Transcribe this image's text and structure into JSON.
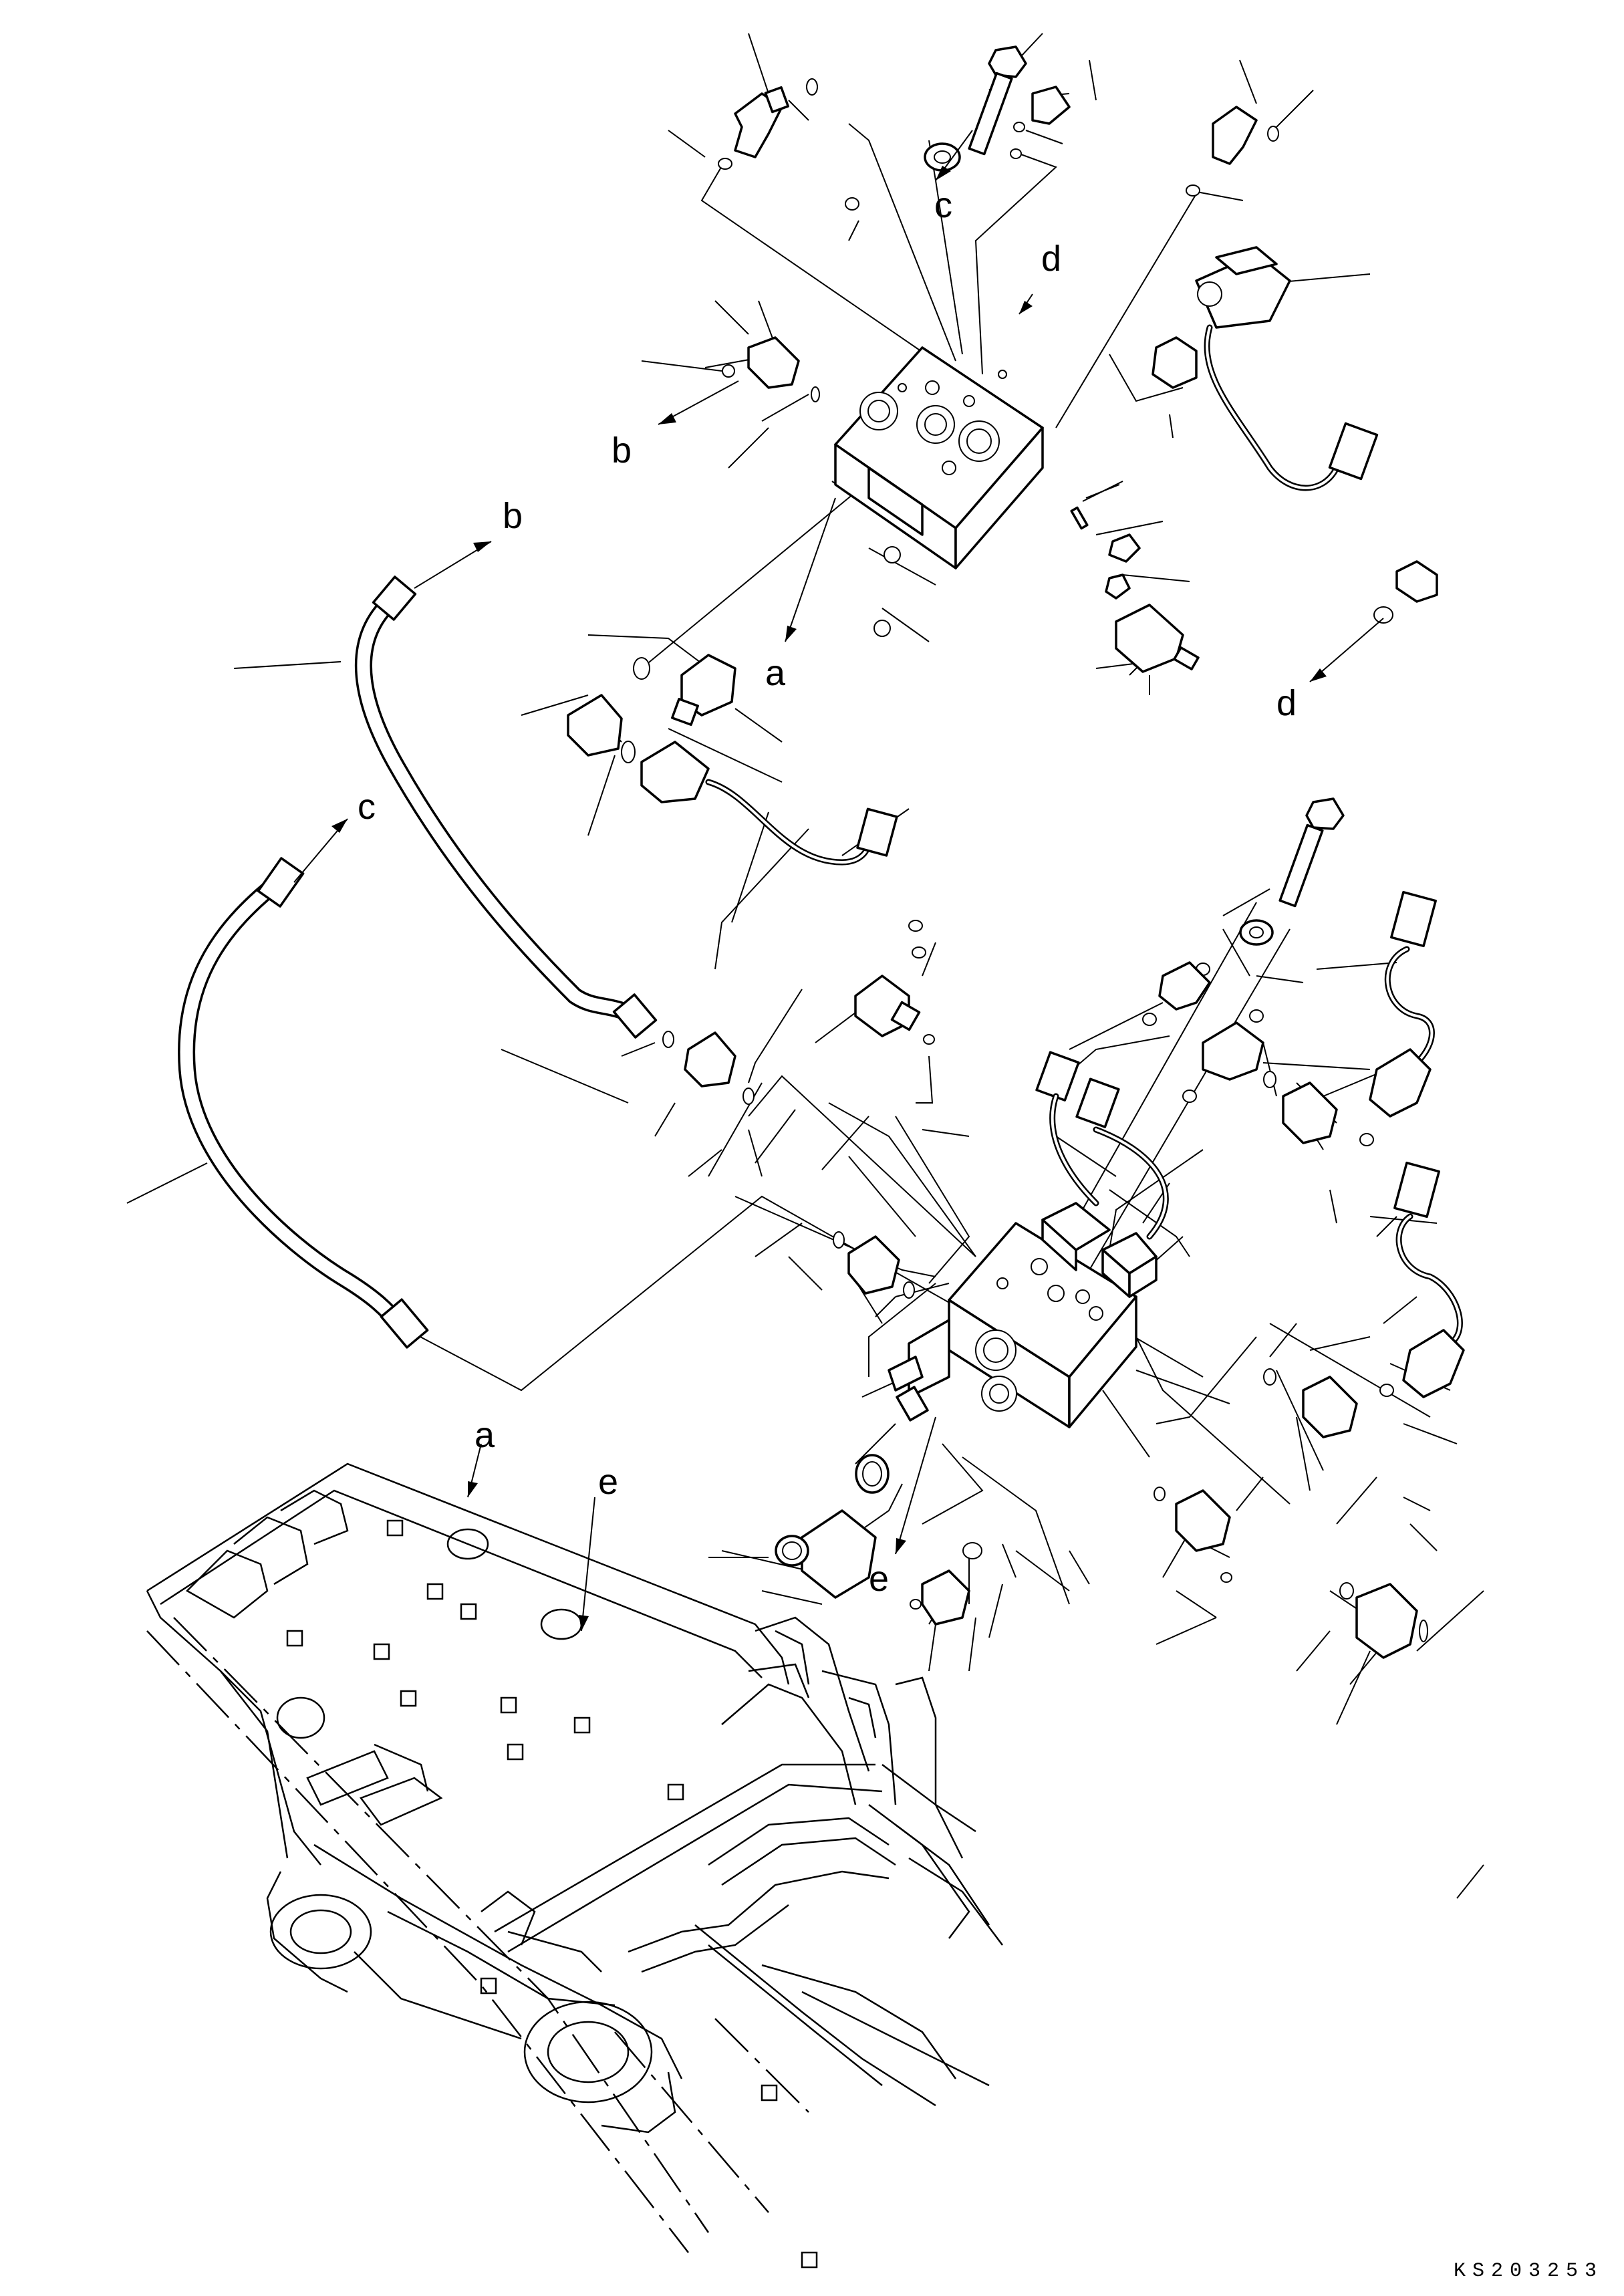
{
  "callouts": {
    "a_upper": "a",
    "a_lower": "a",
    "b_left": "b",
    "b_right": "b",
    "c_upper": "c",
    "c_left": "c",
    "d_upper": "d",
    "d_right": "d",
    "e_upper": "e",
    "e_lower": "e"
  },
  "drawing_code": "KS203253"
}
